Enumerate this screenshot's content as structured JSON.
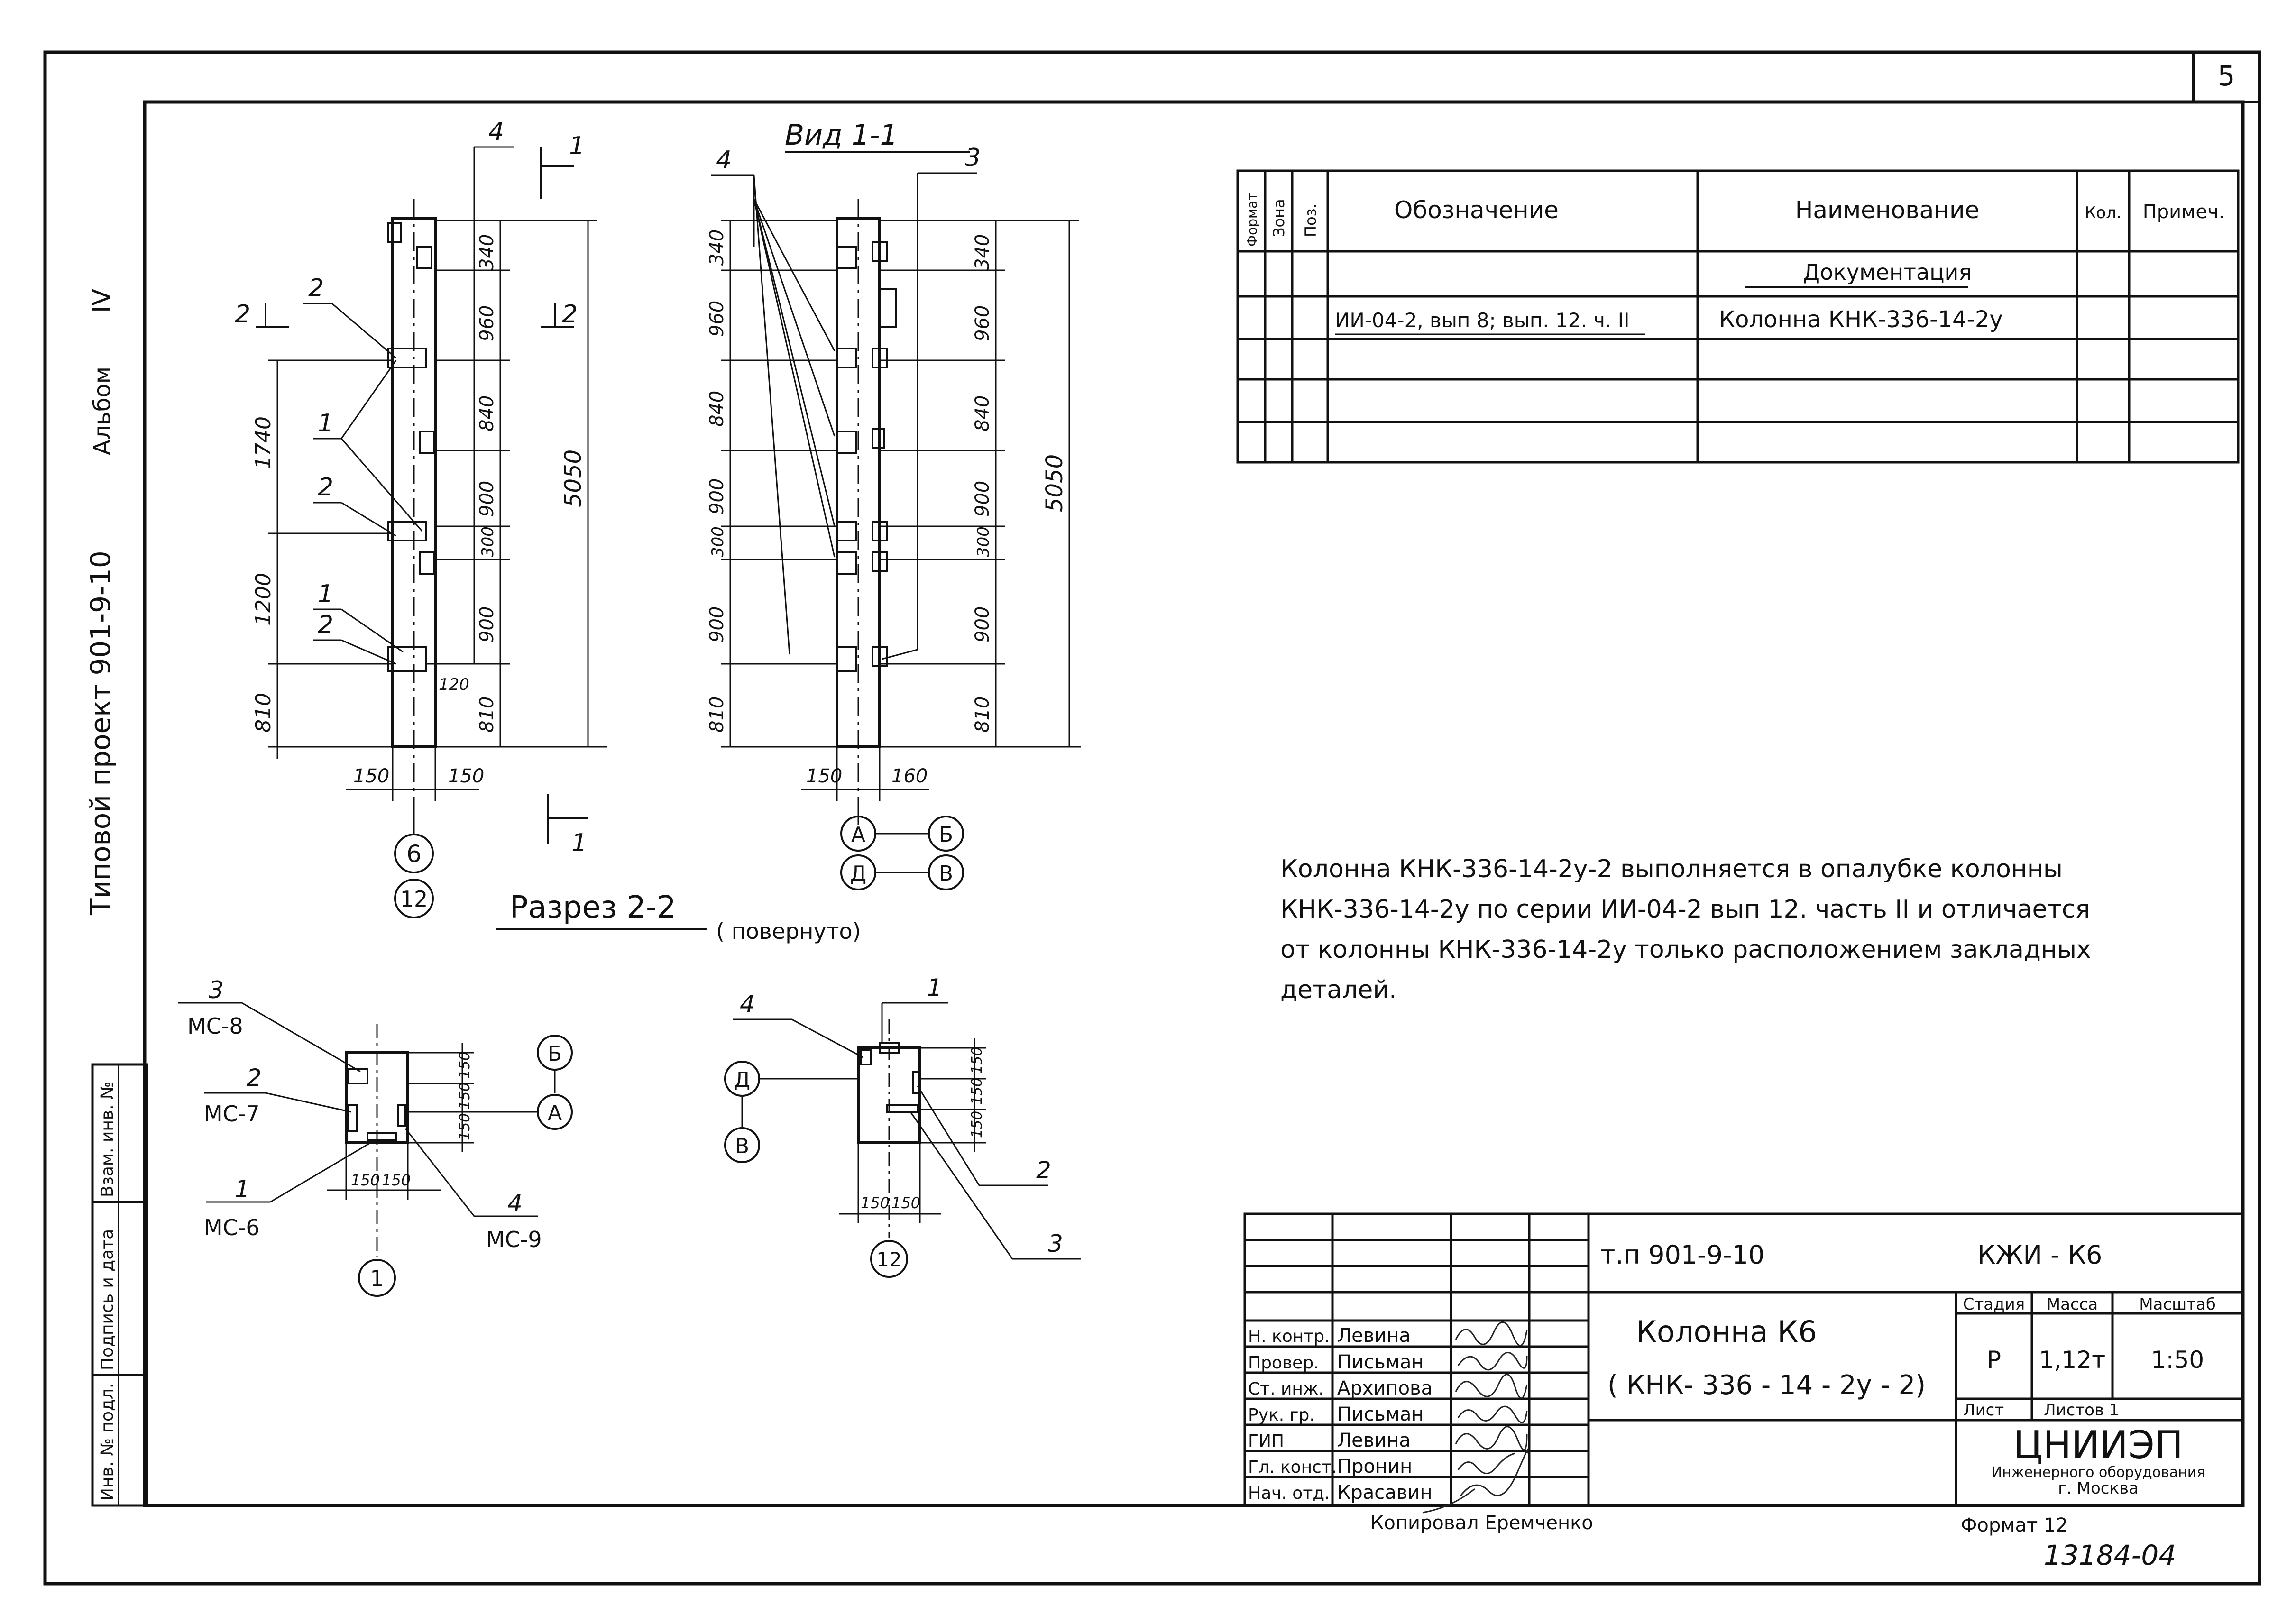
{
  "sheet": {
    "number": "5",
    "code": "13184-04",
    "format": "Формат 12",
    "copied_by": "Копировал Еремченко"
  },
  "side": {
    "title": "Типовой проект   901-9-10",
    "album_label": "Альбом",
    "album_num": "IV",
    "stamp_cols": [
      "Инв. № подл.",
      "Подпись и дата",
      "Взам. инв. №"
    ]
  },
  "views": {
    "view11": {
      "title": "Вид   1-1"
    },
    "section22": {
      "title": "Разрез 2-2",
      "note": "( повернуто)"
    },
    "front": {
      "pos_labels": [
        "4",
        "2",
        "1",
        "2",
        "1",
        "2"
      ],
      "dims_right": [
        "340",
        "960",
        "840",
        "900",
        "300",
        "900",
        "810"
      ],
      "total_right": "5050",
      "dims_left": [
        "1740",
        "1200",
        "810"
      ],
      "small": "120",
      "bottom": [
        "150",
        "150"
      ],
      "cut": [
        "2",
        "2",
        "1",
        "1"
      ],
      "axes": [
        "6",
        "12"
      ]
    },
    "view": {
      "pos_labels": [
        "4",
        "3"
      ],
      "dims_left": [
        "340",
        "960",
        "840",
        "900",
        "300",
        "900",
        "810"
      ],
      "dims_right": [
        "340",
        "960",
        "840",
        "900",
        "300",
        "900",
        "810"
      ],
      "total_right": "5050",
      "bottom": [
        "150",
        "160"
      ],
      "axes": [
        "А",
        "Б",
        "Д",
        "В"
      ]
    },
    "sec_left": {
      "labels": [
        "3",
        "МС-8",
        "2",
        "МС-7",
        "1",
        "МС-6",
        "4",
        "МС-9"
      ],
      "dims": [
        "150",
        "150",
        "150"
      ],
      "bottom": [
        "150",
        "150"
      ],
      "axes": [
        "Б",
        "А",
        "1"
      ]
    },
    "sec_right": {
      "labels": [
        "4",
        "1",
        "2",
        "3"
      ],
      "dims": [
        "150",
        "150",
        "150"
      ],
      "bottom": [
        "150",
        "150"
      ],
      "axes": [
        "Д",
        "В",
        "12"
      ]
    }
  },
  "spec": {
    "headers": [
      "Формат",
      "Зона",
      "Поз.",
      "Обозначение",
      "Наименование",
      "Кол.",
      "Примеч."
    ],
    "section": "Документация",
    "row": {
      "designation": "ИИ-04-2, вып 8; вып. 12. ч. II",
      "name": "Колонна  КНК-336-14-2у"
    }
  },
  "note_lines": [
    "Колонна  КНК-336-14-2у-2  выполняется  в  опалубке  колонны",
    "КНК-336-14-2у  по  серии  ИИ-04-2  вып 12. часть II  и  отличается",
    "от  колонны  КНК-336-14-2у  только  расположением  закладных",
    "деталей."
  ],
  "title_block": {
    "project": "т.п  901-9-10",
    "mark": "КЖИ - К6",
    "name1": "Колонна    К6",
    "name2": "( КНК- 336 - 14 - 2у - 2)",
    "stage_label": "Стадия",
    "mass_label": "Масса",
    "scale_label": "Масштаб",
    "stage": "Р",
    "mass": "1,12т",
    "scale": "1:50",
    "sheet_label": "Лист",
    "sheets_label": "Листов  1",
    "org1": "ЦНИИЭП",
    "org2": "Инженерного оборудования",
    "org3": "г. Москва",
    "people": [
      {
        "role": "Н. контр.",
        "name": "Левина"
      },
      {
        "role": "Провер.",
        "name": "Письман"
      },
      {
        "role": "Ст. инж.",
        "name": "Архипова"
      },
      {
        "role": "Рук. гр.",
        "name": "Письман"
      },
      {
        "role": "ГИП",
        "name": "Левина"
      },
      {
        "role": "Гл. конст.",
        "name": "Пронин"
      },
      {
        "role": "Нач. отд.",
        "name": "Красавин"
      }
    ]
  }
}
